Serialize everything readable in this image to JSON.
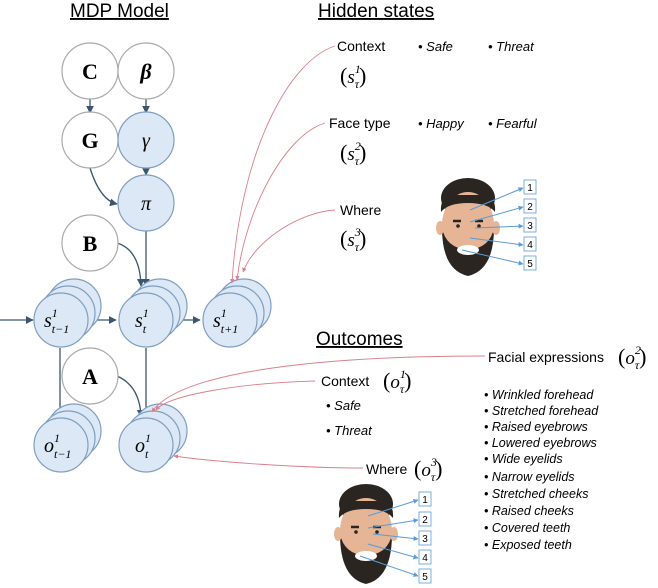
{
  "headers": {
    "mdp_model": "MDP Model",
    "hidden_states": "Hidden states",
    "outcomes": "Outcomes"
  },
  "nodes": {
    "C": "C",
    "beta": "β",
    "G": "G",
    "gamma": "γ",
    "pi": "π",
    "B": "B",
    "A": "A",
    "s_prev": {
      "base": "s",
      "sup": "1",
      "sub": "t−1"
    },
    "s_cur": {
      "base": "s",
      "sup": "1",
      "sub": "t"
    },
    "s_next": {
      "base": "s",
      "sup": "1",
      "sub": "t+1"
    },
    "o_prev": {
      "base": "o",
      "sup": "1",
      "sub": "t−1"
    },
    "o_cur": {
      "base": "o",
      "sup": "1",
      "sub": "t"
    }
  },
  "hidden_states": {
    "context": {
      "label": "Context",
      "symbol": {
        "base": "s",
        "sup": "1",
        "sub": "τ"
      },
      "options": [
        "Safe",
        "Threat"
      ]
    },
    "face_type": {
      "label": "Face type",
      "symbol": {
        "base": "s",
        "sup": "2",
        "sub": "τ"
      },
      "options": [
        "Happy",
        "Fearful"
      ]
    },
    "where": {
      "label": "Where",
      "symbol": {
        "base": "s",
        "sup": "3",
        "sub": "τ"
      }
    },
    "face_regions": [
      "1",
      "2",
      "3",
      "4",
      "5"
    ]
  },
  "outcomes": {
    "facial_expressions": {
      "label": "Facial expressions",
      "symbol": {
        "base": "o",
        "sup": "2",
        "sub": "τ"
      },
      "items": [
        "Wrinkled forehead",
        "Stretched forehead",
        "Raised eyebrows",
        "Lowered eyebrows",
        "Wide eyelids",
        "Narrow eyelids",
        "Stretched cheeks",
        "Raised cheeks",
        "Covered teeth",
        "Exposed teeth"
      ]
    },
    "context": {
      "label": "Context",
      "symbol": {
        "base": "o",
        "sup": "1",
        "sub": "τ"
      },
      "options": [
        "Safe",
        "Threat"
      ]
    },
    "where": {
      "label": "Where",
      "symbol": {
        "base": "o",
        "sup": "3",
        "sub": "τ"
      }
    },
    "face_regions": [
      "1",
      "2",
      "3",
      "4",
      "5"
    ]
  },
  "colors": {
    "node_fill": "#dce8f5",
    "node_stroke": "#7e9fc0",
    "arrow": "#3b5670",
    "pink_arrow": "#d9808a",
    "label_arrow": "#5b9bd5"
  }
}
